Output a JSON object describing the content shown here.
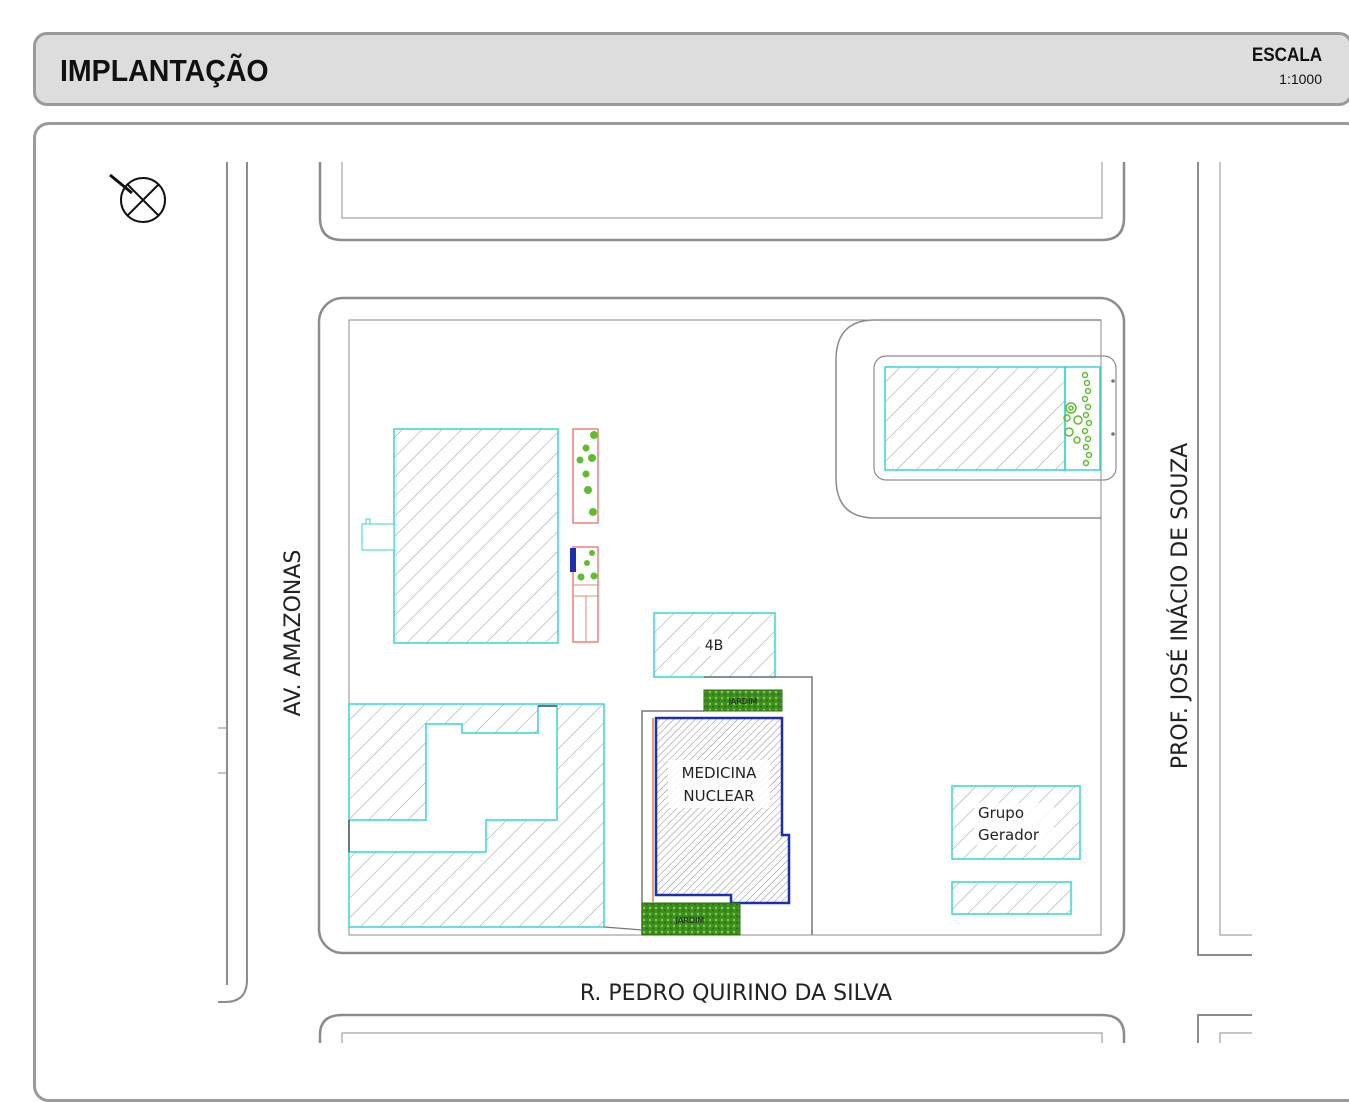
{
  "header": {
    "title": "IMPLANTAÇÃO",
    "scale_label": "ESCALA",
    "scale_value": "1:1000"
  },
  "plan": {
    "streets": {
      "left": "AV. AMAZONAS",
      "right": "PROF. JOSÉ INÁCIO DE SOUZA",
      "bottom": "R. PEDRO QUIRINO DA SILVA"
    },
    "buildings": {
      "b4": "4B",
      "medicina_line1": "MEDICINA",
      "medicina_line2": "NUCLEAR",
      "gerador_line1": "Grupo",
      "gerador_line2": "Gerador"
    },
    "gardens": {
      "upper": "JARDIM",
      "lower": "JARDIM"
    }
  },
  "colors": {
    "outline": "#8c8c8c",
    "building_edge": "#33d6d6",
    "hatch": "#9a9a9a",
    "highlight": "#1a2fb5",
    "garden": "#3f8f1f",
    "tree": "#5fbf2a",
    "planter": "#e9837a"
  }
}
